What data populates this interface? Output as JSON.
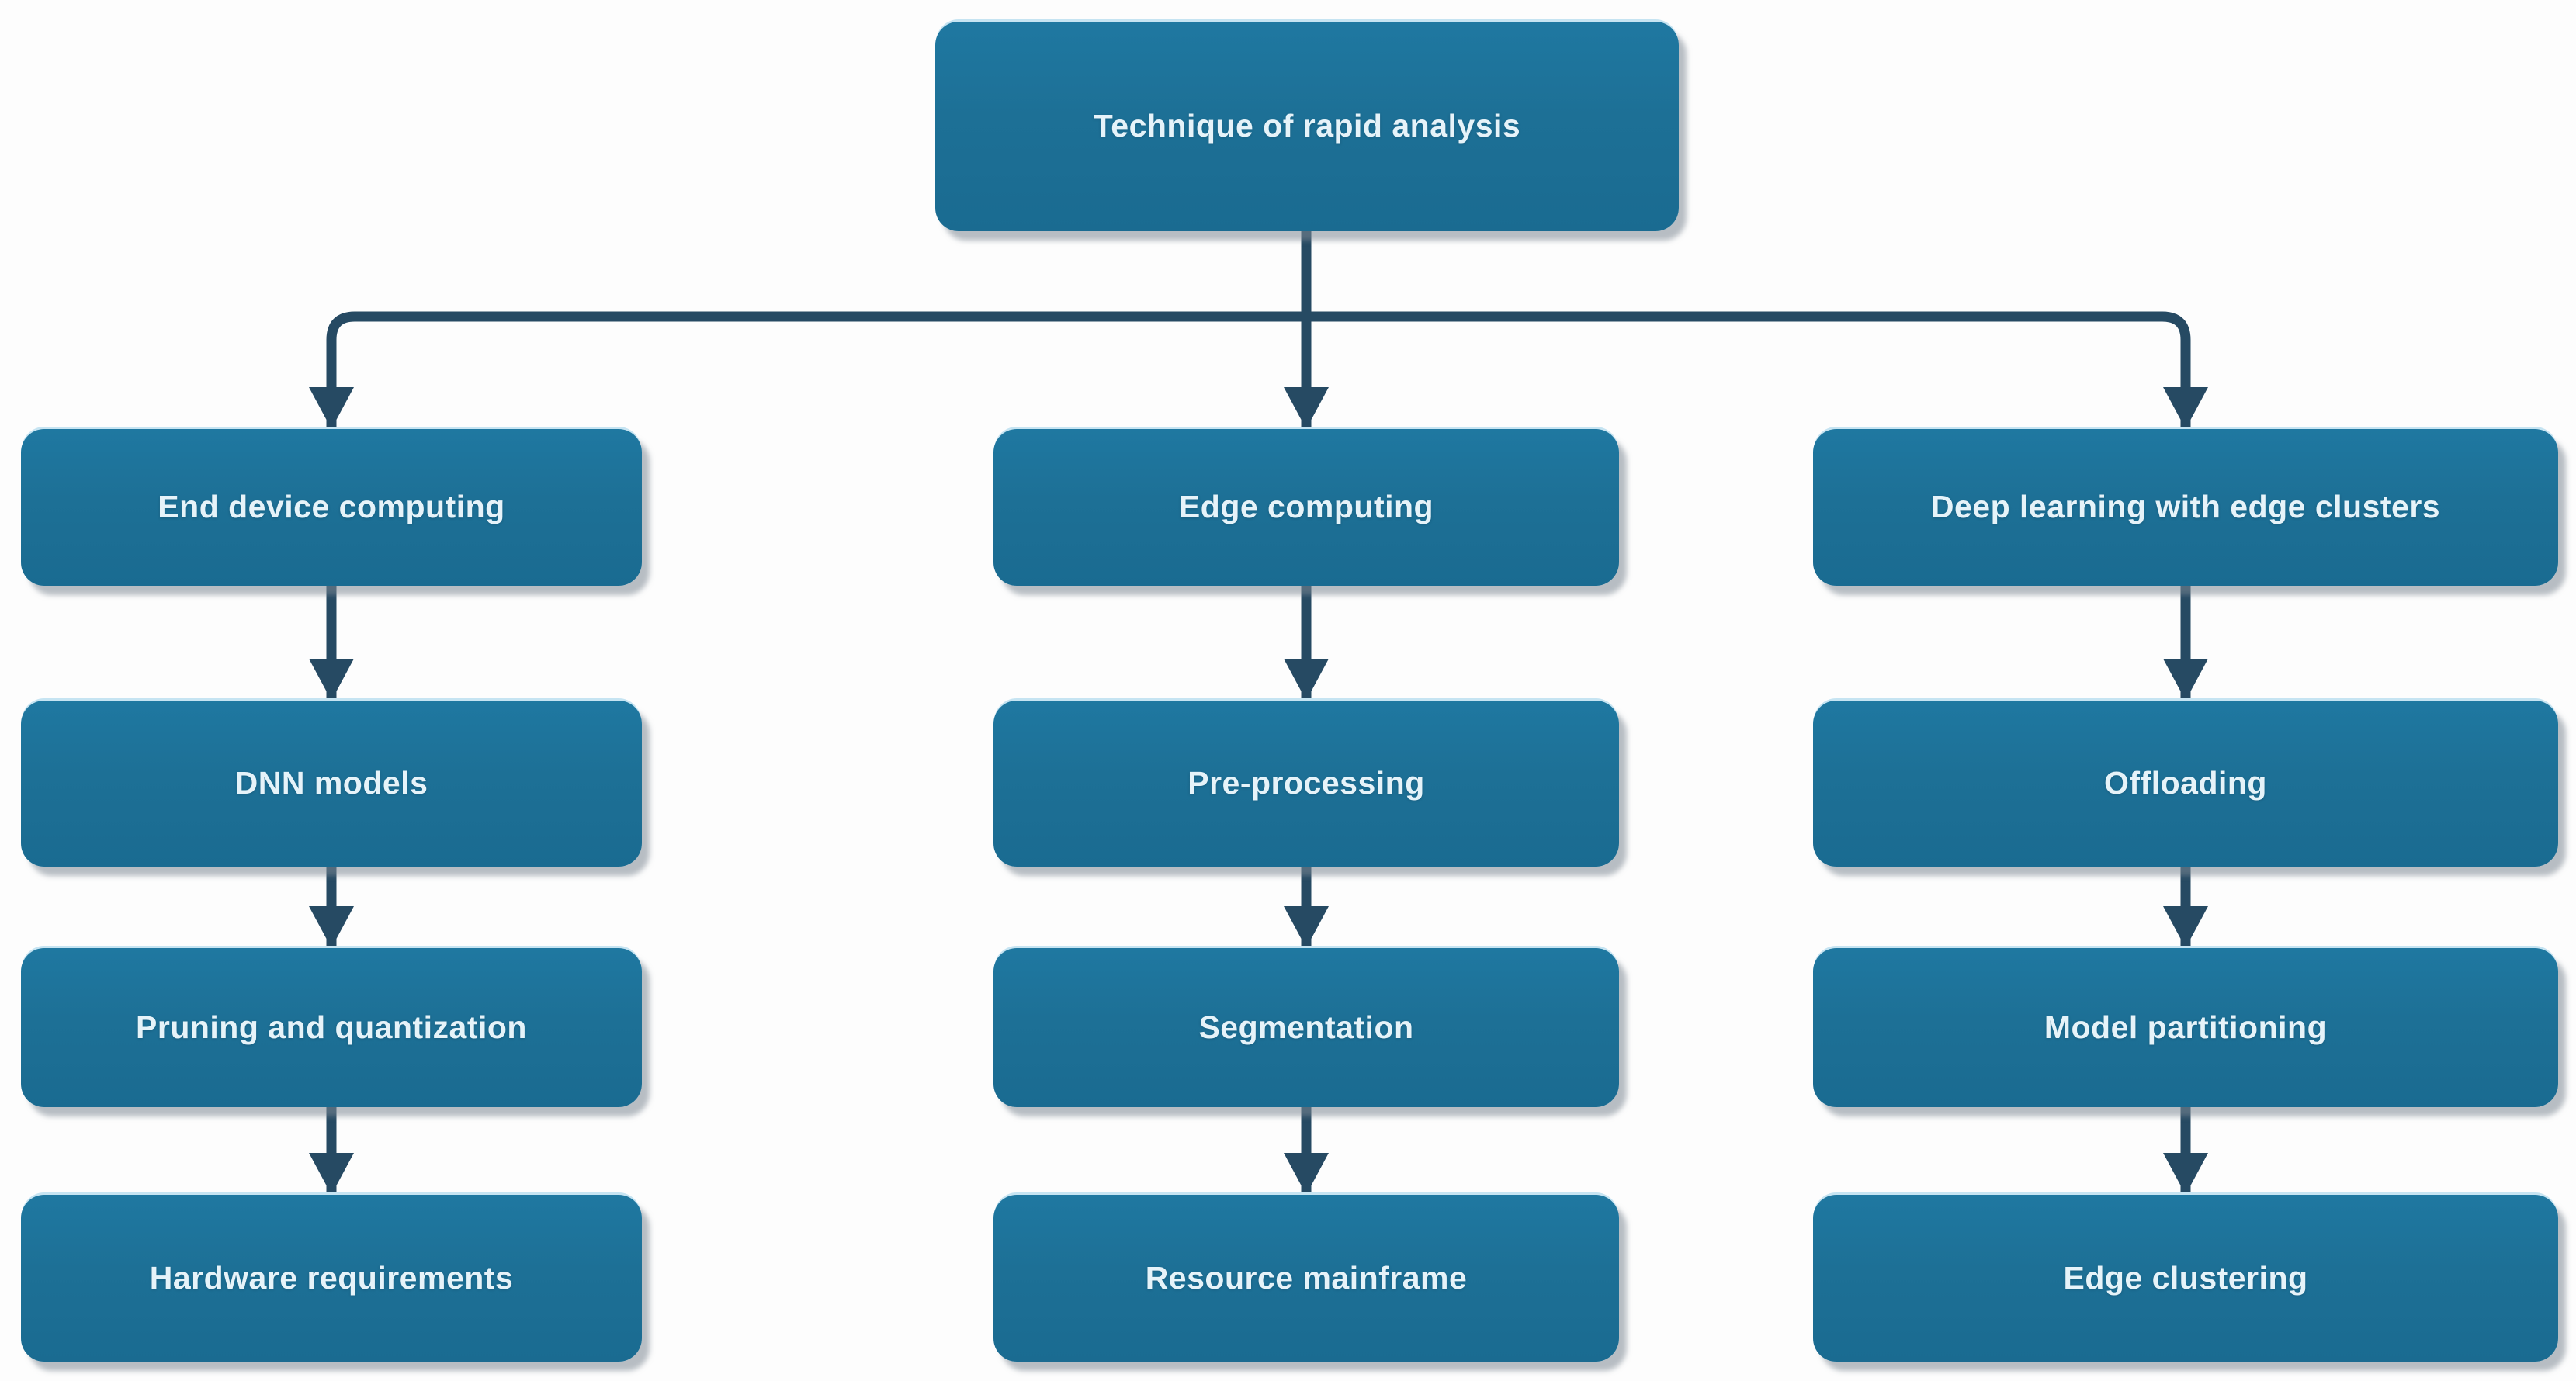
{
  "diagram": {
    "root": {
      "label": "Technique of rapid analysis"
    },
    "columns": [
      {
        "name": "end-device-computing",
        "nodes": [
          {
            "label": "End device computing"
          },
          {
            "label": "DNN models"
          },
          {
            "label": "Pruning and quantization"
          },
          {
            "label": "Hardware requirements"
          }
        ]
      },
      {
        "name": "edge-computing",
        "nodes": [
          {
            "label": "Edge computing"
          },
          {
            "label": "Pre-processing"
          },
          {
            "label": "Segmentation"
          },
          {
            "label": "Resource mainframe"
          }
        ]
      },
      {
        "name": "deep-learning-with-edge-clusters",
        "nodes": [
          {
            "label": "Deep learning with edge clusters"
          },
          {
            "label": "Offloading"
          },
          {
            "label": "Model partitioning"
          },
          {
            "label": "Edge clustering"
          }
        ]
      }
    ],
    "colors": {
      "node_fill": "#1d7096",
      "node_text": "#e6f3f9",
      "node_top_highlight": "#c6e4f2",
      "connector": "#264a63",
      "shadow": "#7d8993",
      "background": "#fdfdfd"
    }
  }
}
